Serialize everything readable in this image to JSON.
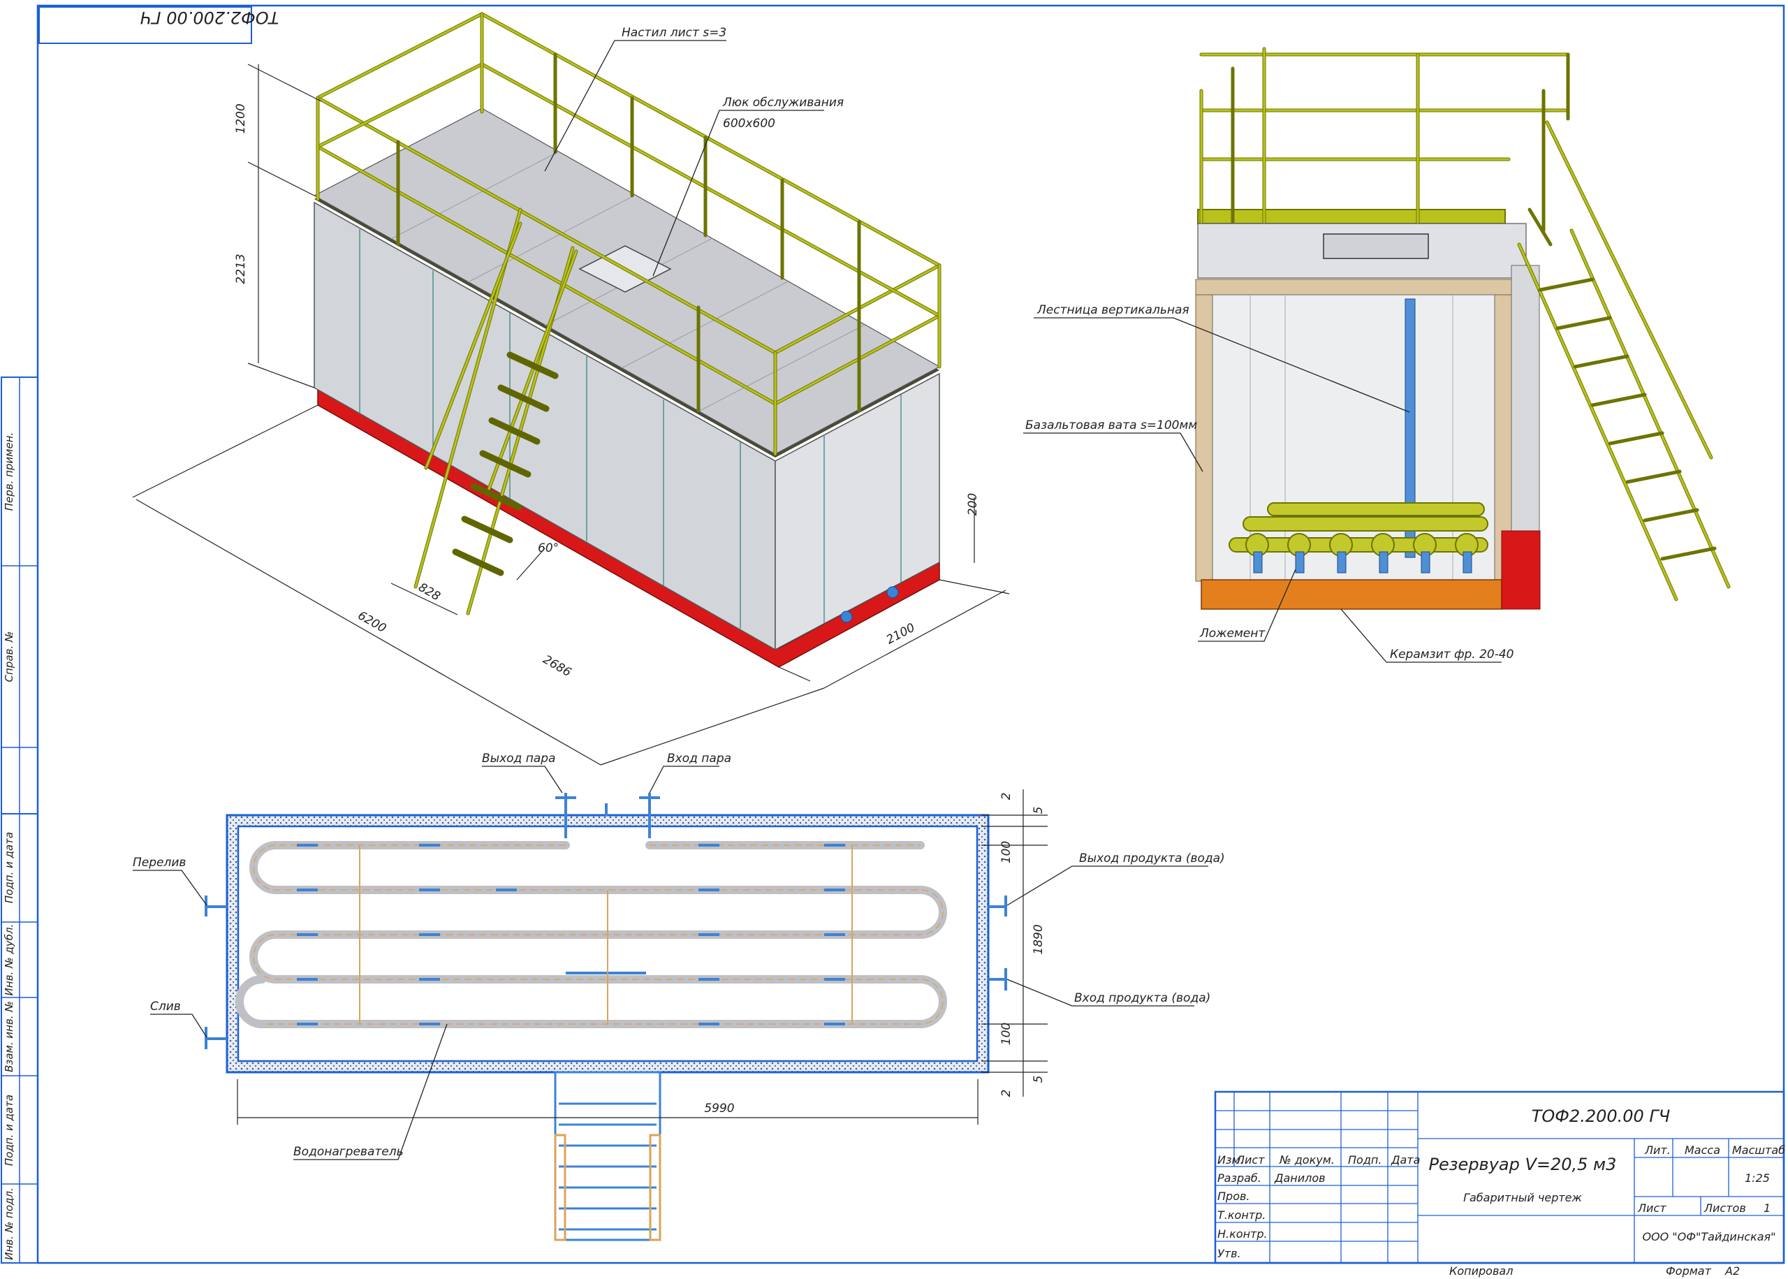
{
  "stamp_rotated": "ТОФ2.200.00 ГЧ",
  "sidebar": [
    "Перв. примен.",
    "Справ. №",
    "Подп. и дата",
    "Инв. № дубл.",
    "Взам. инв. №",
    "Подп. и дата",
    "Инв. № подл."
  ],
  "iso_view": {
    "labels": {
      "deck": "Настил лист s=3",
      "hatch": "Люк обслуживания",
      "hatch_size": "600х600"
    },
    "dims": {
      "railing_h": "1200",
      "body_h": "2213",
      "length": "6200",
      "stair_w": "828",
      "angle": "60°",
      "base_h": "200",
      "width": "2100",
      "stair_pos": "2686"
    }
  },
  "section_view": {
    "labels": {
      "ladder": "Лестница вертикальная",
      "insulation": "Базальтовая вата s=100мм",
      "support": "Ложемент",
      "fill": "Керамзит фр. 20-40"
    }
  },
  "plan_view": {
    "labels": {
      "steam_out": "Выход пара",
      "steam_in": "Вход пара",
      "overflow": "Перелив",
      "drain": "Слив",
      "product_out": "Выход продукта (вода)",
      "product_in": "Вход продукта (вода)",
      "heater": "Водонагреватель"
    },
    "dims": {
      "d2a": "2",
      "d5a": "5",
      "d100a": "100",
      "d1890": "1890",
      "d100b": "100",
      "d5b": "5",
      "d2b": "2",
      "length": "5990"
    }
  },
  "title_block": {
    "code": "ТОФ2.200.00 ГЧ",
    "name": "Резервуар V=20,5 м3",
    "doc_type": "Габаритный чертеж",
    "headers": {
      "izm": "Изм.",
      "list": "Лист",
      "doc_no": "№ докум.",
      "sign": "Подп.",
      "date": "Дата"
    },
    "roles": {
      "razrab": "Разраб.",
      "prov": "Пров.",
      "tkontr": "Т.контр.",
      "nkontr": "Н.контр.",
      "utv": "Утв."
    },
    "developer": "Данилов",
    "lit": "Лит.",
    "mass": "Масса",
    "scale_h": "Масштаб",
    "scale": "1:25",
    "sheet": "Лист",
    "sheets": "Листов",
    "sheets_val": "1",
    "org": "ООО \"ОФ\"Тайдинская\"",
    "copied": "Копировал",
    "format": "Формат",
    "format_val": "А2"
  },
  "colors": {
    "frame": "#1b5fd6",
    "railing": "#b9c21a",
    "base": "#d81818",
    "wall": "#d6d8db",
    "insul": "#dcc6a4",
    "pipe": "#c3c92a",
    "blue": "#4f8fd6"
  }
}
